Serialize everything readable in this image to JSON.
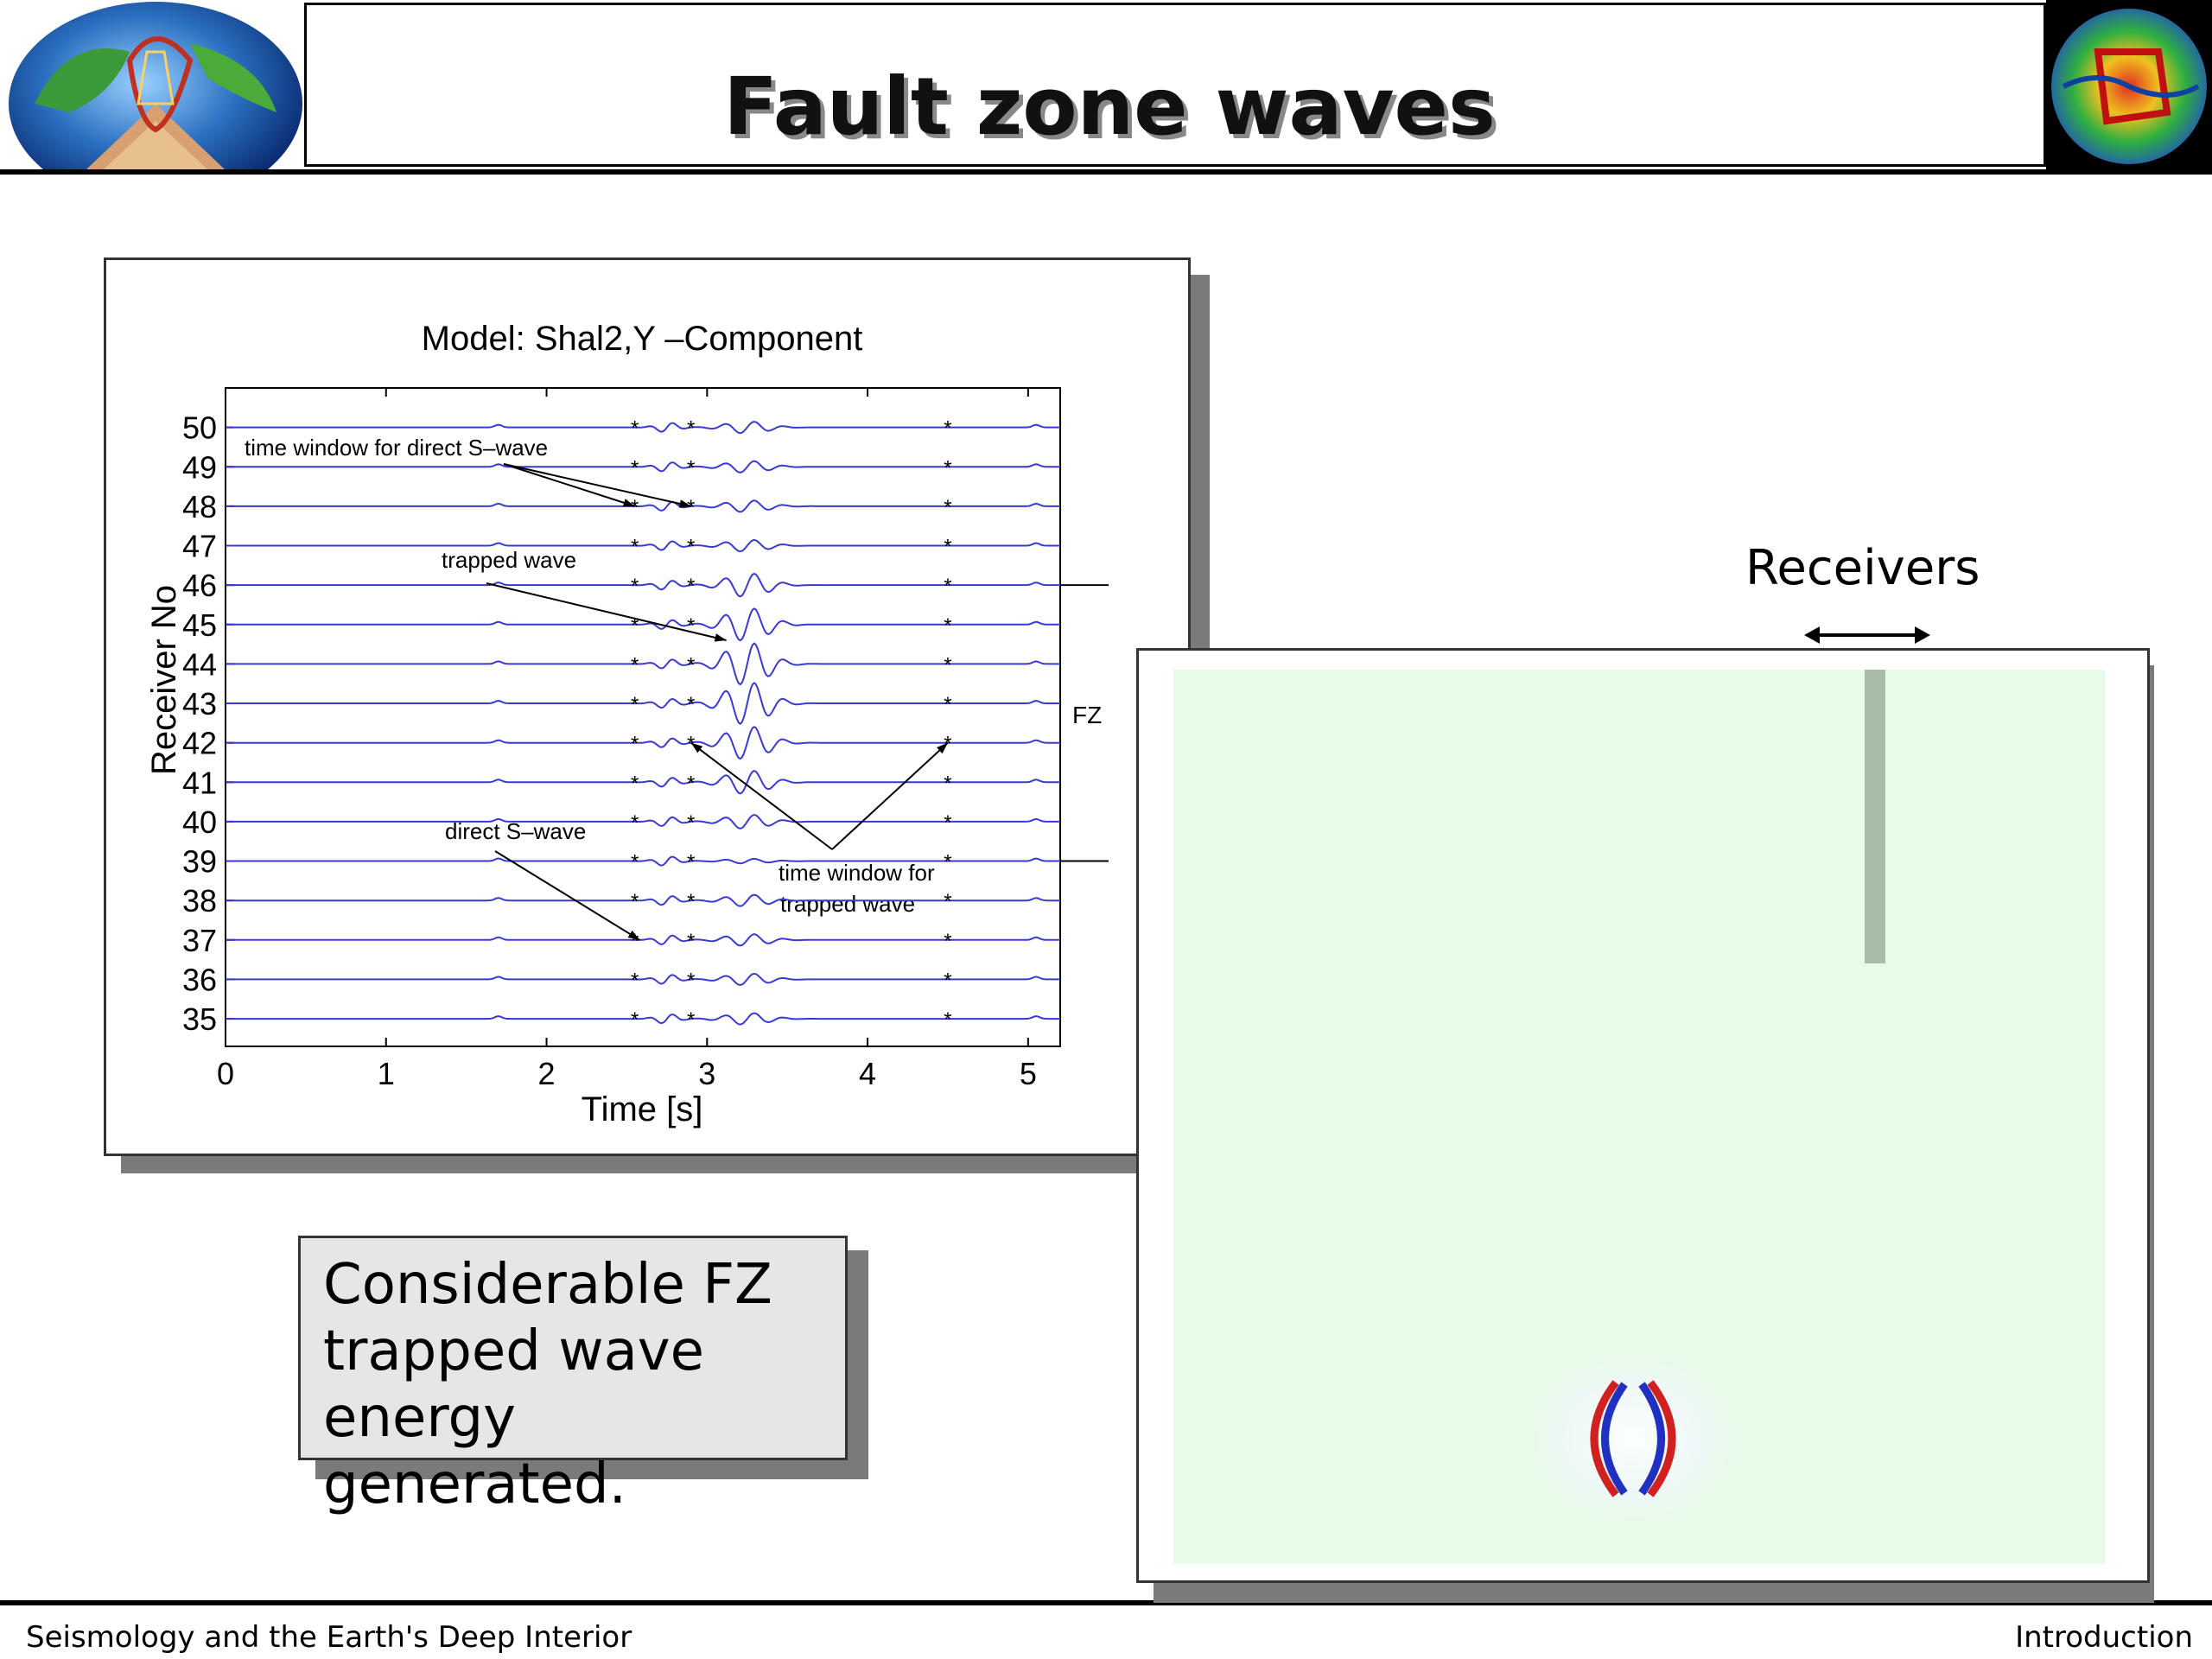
{
  "header": {
    "title": "Fault zone waves"
  },
  "footer": {
    "left": "Seismology and the Earth's Deep Interior",
    "right": "Introduction"
  },
  "box": {
    "lines": [
      "Considerable FZ",
      "trapped wave",
      "energy  generated."
    ]
  },
  "panel": {
    "receivers_label": "Receivers"
  },
  "chart_data": {
    "type": "line",
    "title": "Model: Shal2,Y –Component",
    "xlabel": "Time [s]",
    "ylabel": "Receiver No",
    "xlim": [
      0,
      5.2
    ],
    "xticks": [
      "0",
      "1",
      "2",
      "3",
      "4",
      "5"
    ],
    "ylim": [
      34.3,
      51
    ],
    "yticks": [
      "35",
      "36",
      "37",
      "38",
      "39",
      "40",
      "41",
      "42",
      "43",
      "44",
      "45",
      "46",
      "47",
      "48",
      "49",
      "50"
    ],
    "fz_label": "FZ",
    "fz_bounds": [
      39,
      46
    ],
    "direct_s_pick_times": [
      2.55,
      2.9
    ],
    "trapped_window_end": 4.5,
    "annotations": [
      {
        "text": "time window for direct S–wave"
      },
      {
        "text": "trapped wave"
      },
      {
        "text": "direct S–wave"
      },
      {
        "text": "time window for"
      },
      {
        "text": "trapped wave"
      }
    ]
  },
  "colors": {
    "trace": "#3a3ad0",
    "fz_strip": "#a8bca8",
    "panel_bg": "#e8fbe8",
    "wave_red": "#d02020",
    "wave_blue": "#2030c0"
  }
}
